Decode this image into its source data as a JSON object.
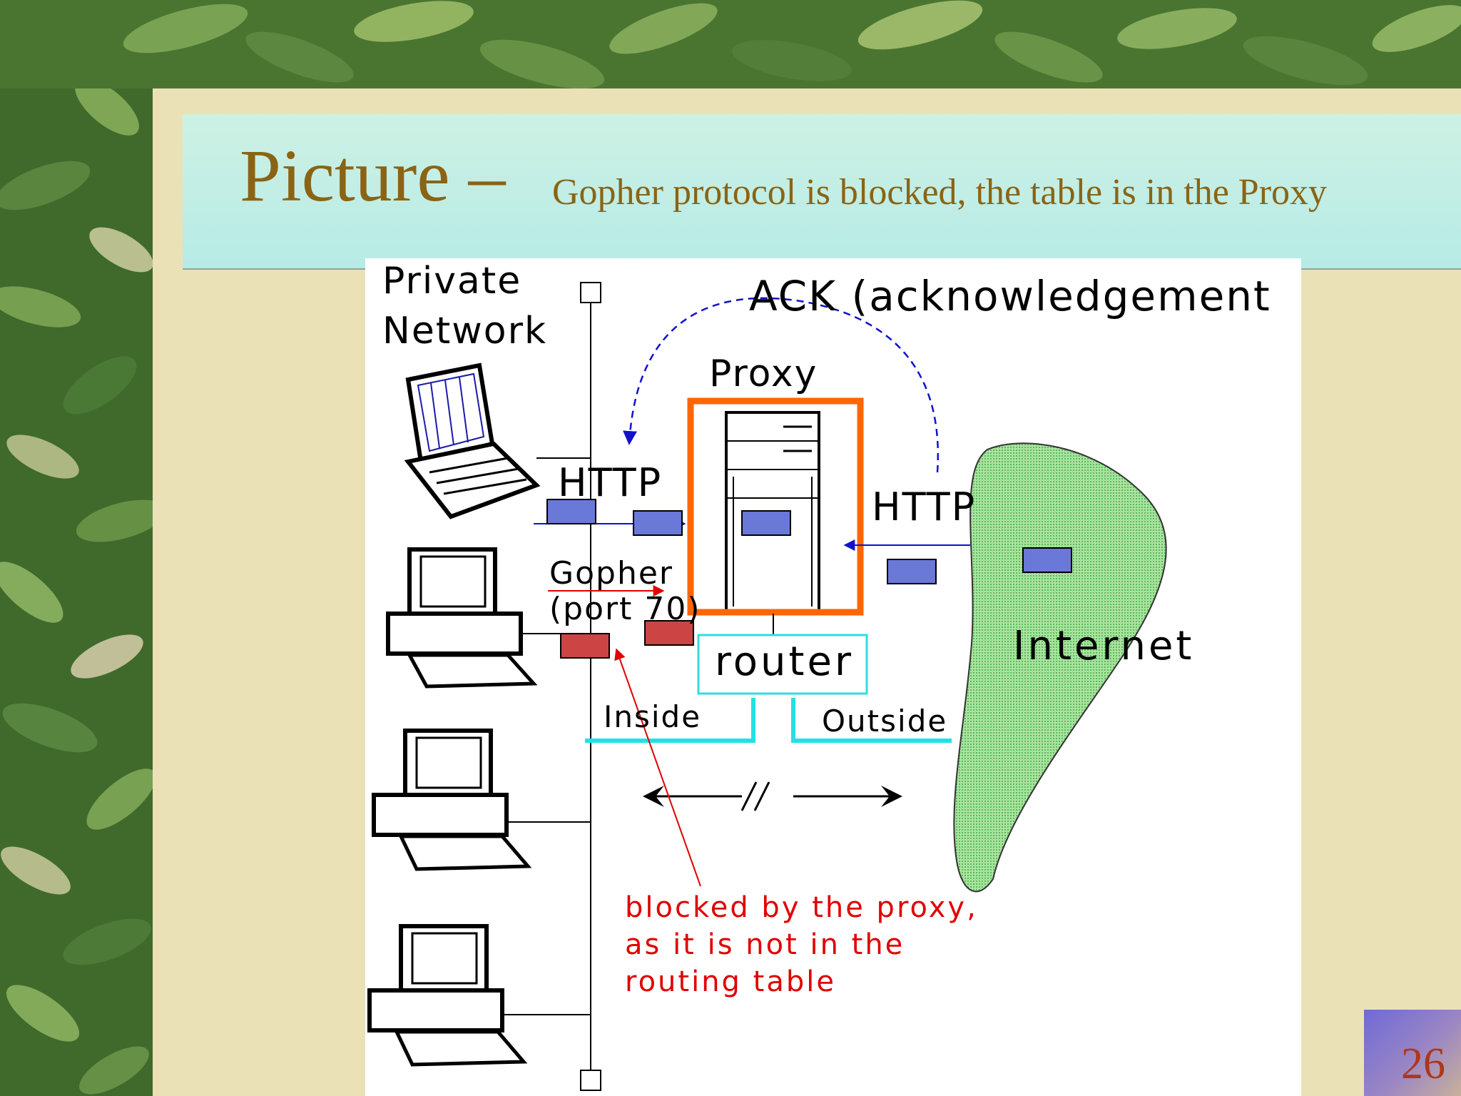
{
  "slide": {
    "title_main": "Picture –",
    "title_sub": "Gopher protocol is blocked, the table is in the Proxy",
    "page_number": "26"
  },
  "diagram": {
    "private_network_line1": "Private",
    "private_network_line2": "Network",
    "ack_label": "ACK (acknowledgement",
    "proxy_label": "Proxy",
    "http_left": "HTTP",
    "http_right": "HTTP",
    "gopher_line1": "Gopher",
    "gopher_line2": "(port 70)",
    "router_label": "router",
    "inside_label": "Inside",
    "outside_label": "Outside",
    "internet_label": "Internet",
    "blocked_line1": "blocked by the proxy,",
    "blocked_line2": "as it is not in the",
    "blocked_line3": "routing table"
  },
  "colors": {
    "title": "#8a6414",
    "proxy_highlight": "#ff6600",
    "router_box": "#33dddd",
    "packet_blue": "#6a78d8",
    "packet_red": "#cc4444",
    "internet_fill": "#a8e4a0",
    "arrow_blue": "#1111cc",
    "arrow_red": "#e00000"
  }
}
